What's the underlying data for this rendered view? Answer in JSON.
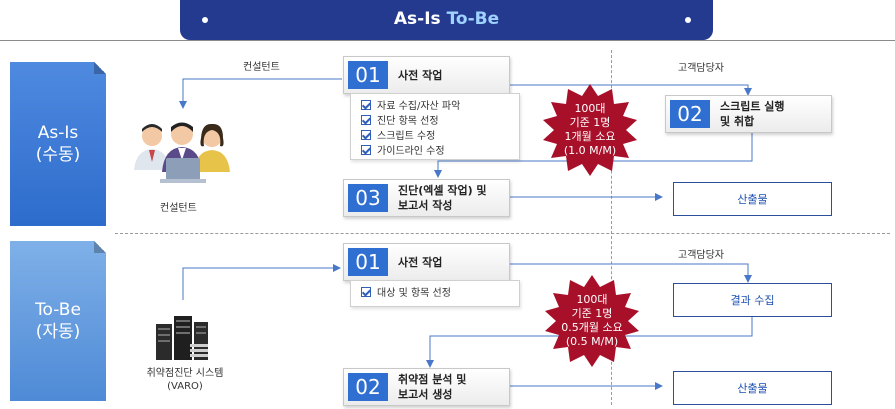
{
  "title": {
    "part1": "As-Is ",
    "part2": "To-Be"
  },
  "asis": {
    "side_label_1": "As-Is",
    "side_label_2": "(수동)",
    "consultant_top_label": "컨설턴트",
    "consultant_label": "컨설턴트",
    "customer_label": "고객담당자",
    "step1": {
      "num": "01",
      "label": "사전 작업"
    },
    "checklist": [
      "자료 수집/자산 파악",
      "진단 항목 선정",
      "스크립트 수정",
      "가이드라인 수정"
    ],
    "step2": {
      "num": "02",
      "label_1": "스크립트 실행",
      "label_2": "및 취합"
    },
    "step3": {
      "num": "03",
      "label_1": "진단(엑셀 작업) 및",
      "label_2": "보고서 작성"
    },
    "burst": [
      "100대",
      "기준 1명",
      "1개월 소요",
      "(1.0 M/M)"
    ],
    "output": "산출물"
  },
  "tobe": {
    "side_label_1": "To-Be",
    "side_label_2": "(자동)",
    "system_label_1": "취약점진단 시스템",
    "system_label_2": "(VARO)",
    "customer_label": "고객담당자",
    "step1": {
      "num": "01",
      "label": "사전 작업"
    },
    "checklist": [
      "대상 및 항목 선정"
    ],
    "collect_box": "결과 수집",
    "step2": {
      "num": "02",
      "label_1": "취약점 분석 및",
      "label_2": "보고서 생성"
    },
    "burst": [
      "100대",
      "기준 1명",
      "0.5개월 소요",
      "(0.5 M/M)"
    ],
    "output": "산출물"
  },
  "colors": {
    "navy": "#233a8e",
    "step_blue": "#2f6fd1",
    "burst_red": "#a8102a",
    "arrow": "#4a78c8"
  }
}
